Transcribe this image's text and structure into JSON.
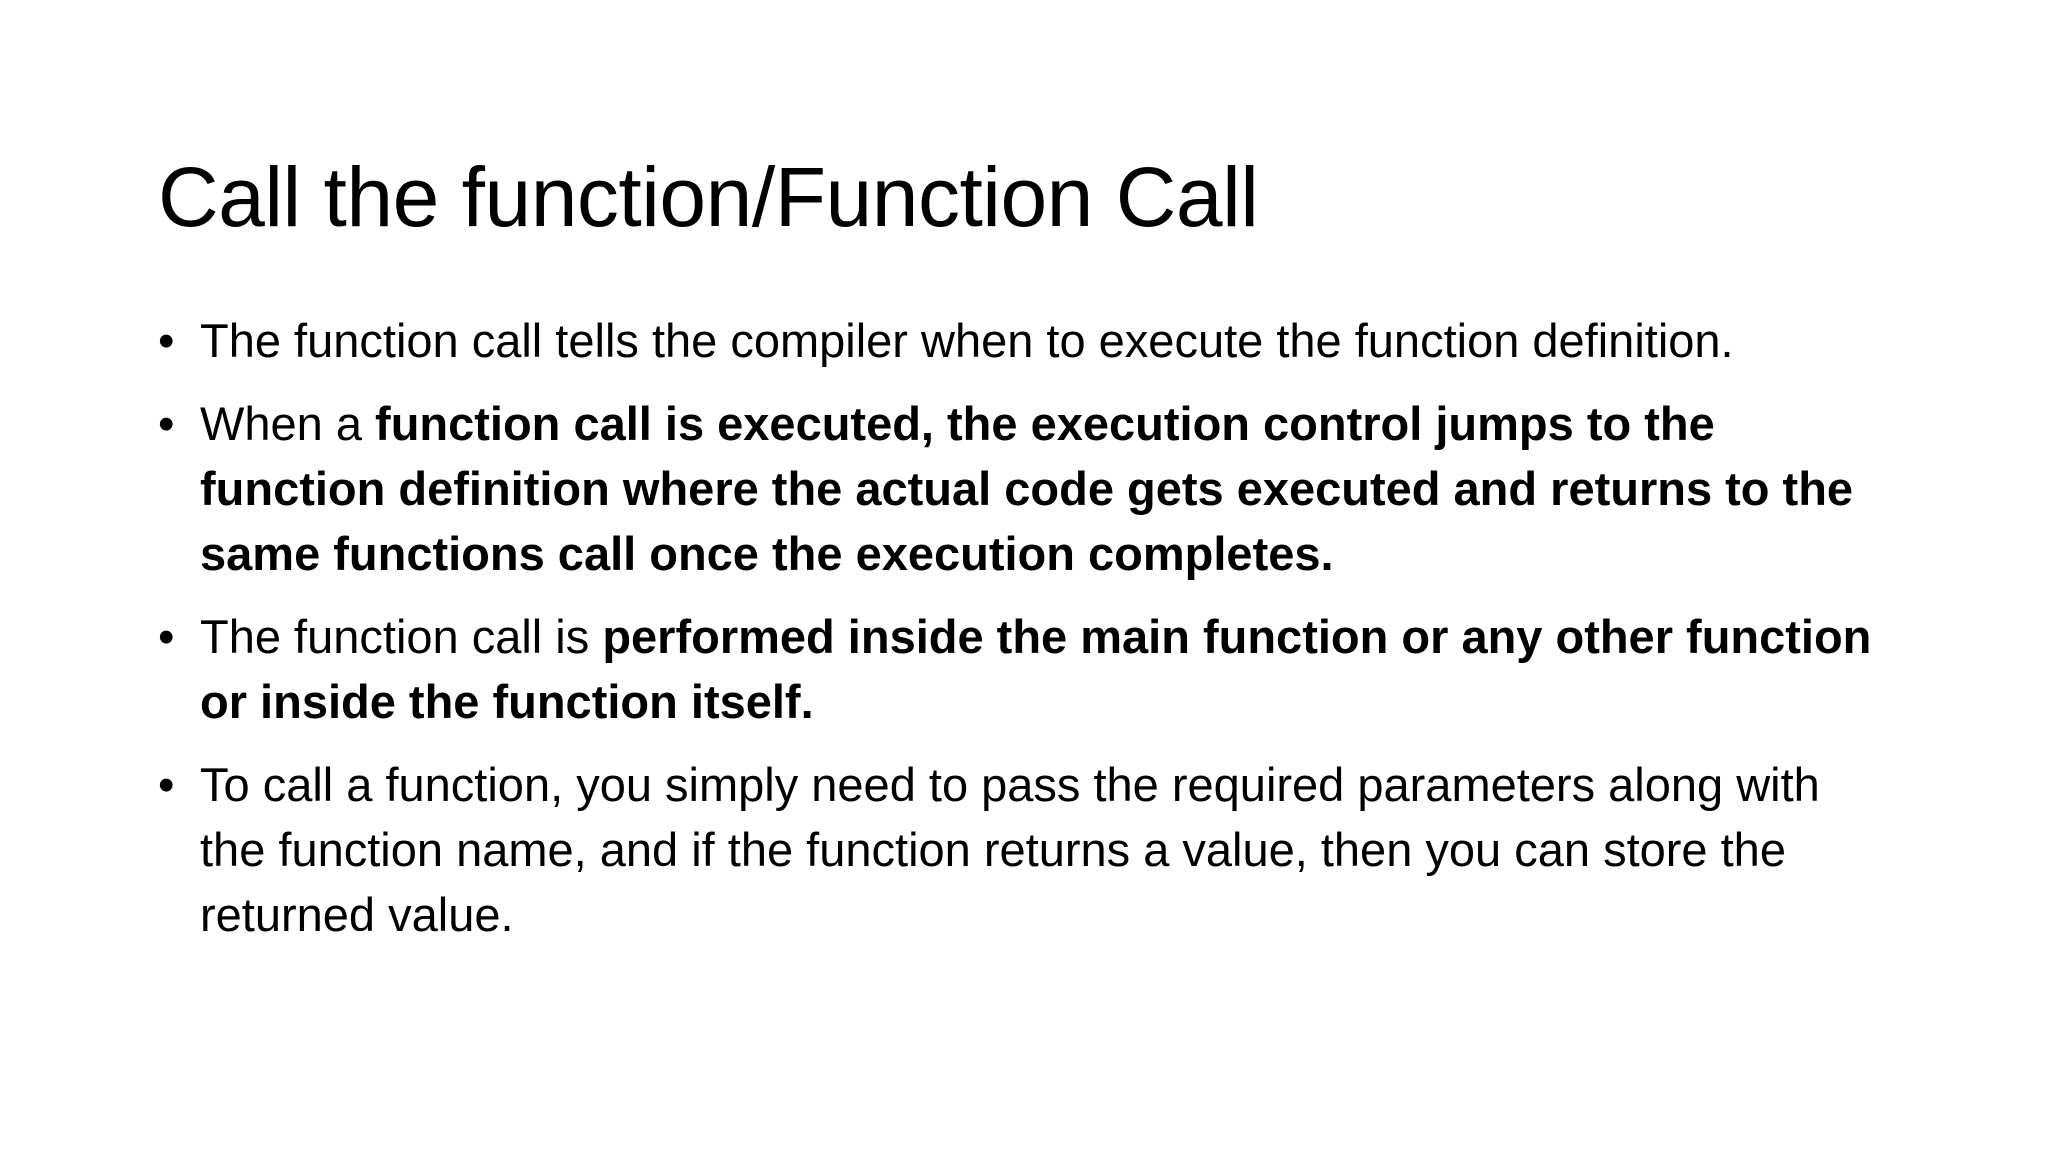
{
  "slide": {
    "background_color": "#FFFFFF",
    "text_color": "#000000",
    "title": "Call the function/Function Call",
    "bullet_marker": "•",
    "bullets": [
      {
        "id": "bullet-1",
        "runs": [
          {
            "text": "The function call tells the compiler when to execute the function definition.",
            "bold": false
          }
        ]
      },
      {
        "id": "bullet-2",
        "runs": [
          {
            "text": "When a ",
            "bold": false
          },
          {
            "text": "function call is executed, the execution control jumps to the function definition where the actual code gets executed and returns to the same functions call once the execution completes.",
            "bold": true
          }
        ]
      },
      {
        "id": "bullet-3",
        "runs": [
          {
            "text": "The function call is ",
            "bold": false
          },
          {
            "text": "performed inside the main function or any other function or inside the function itself.",
            "bold": true
          }
        ]
      },
      {
        "id": "bullet-4",
        "runs": [
          {
            "text": "To call a function, you simply need to pass the required parameters along with the function name, and if the function returns a value, then you can store the returned value.",
            "bold": false
          }
        ]
      }
    ]
  }
}
